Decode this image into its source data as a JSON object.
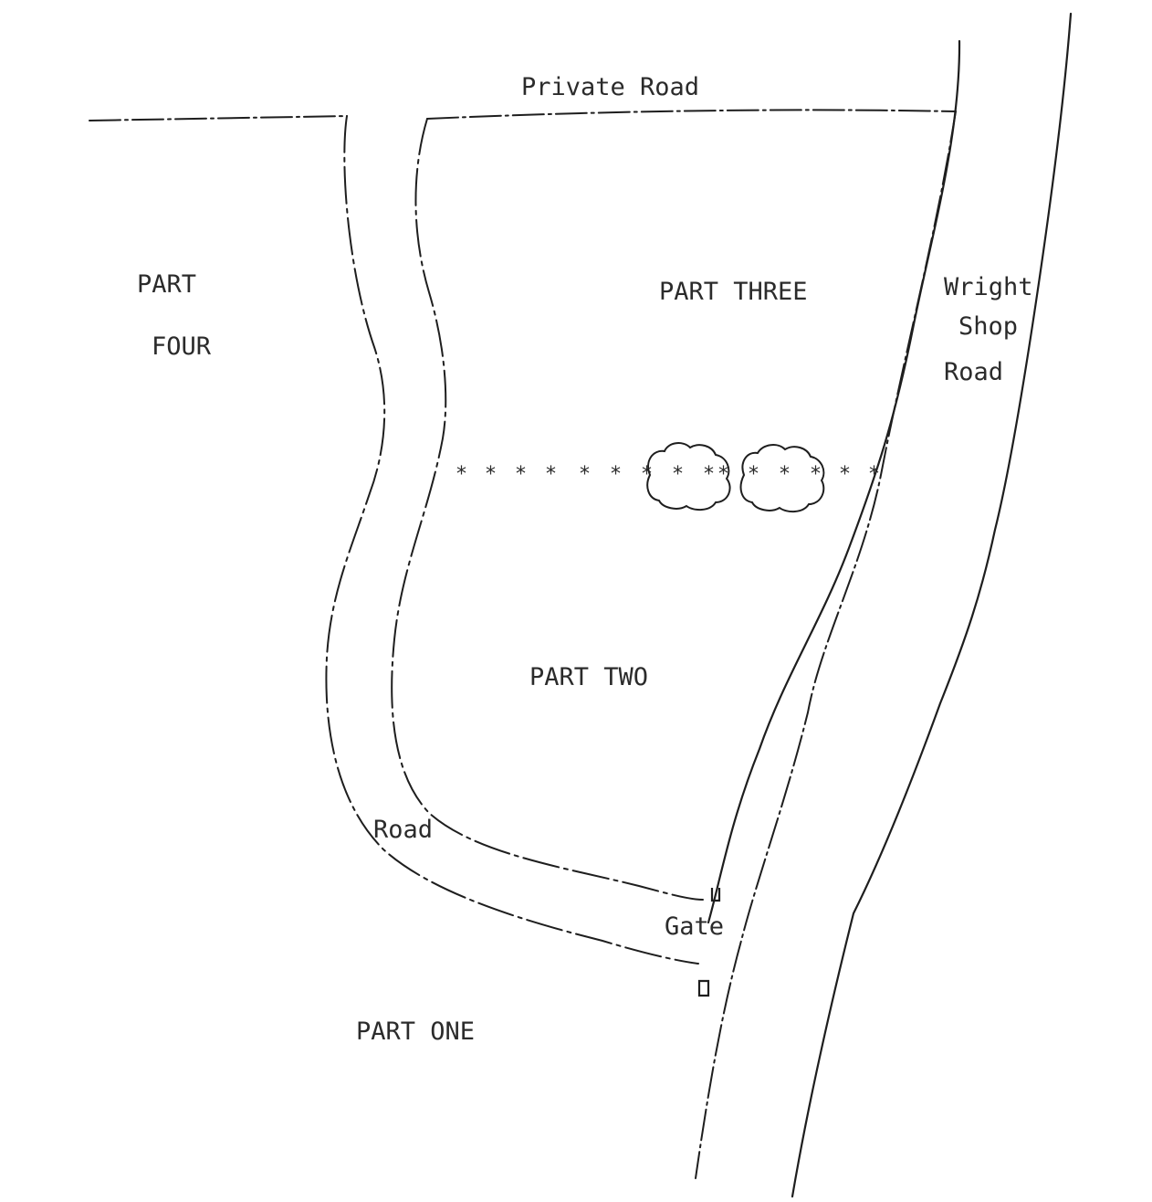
{
  "map": {
    "labels": {
      "private_road": "Private Road",
      "part_four_line1": "PART",
      "part_four_line2": "FOUR",
      "part_three": "PART THREE",
      "wright_shop_road_line1": "Wright",
      "wright_shop_road_line2": "Shop",
      "wright_shop_road_line3": "Road",
      "part_two": "PART TWO",
      "road": "Road",
      "gate": "Gate",
      "part_one": "PART ONE"
    },
    "fence_symbol": "*",
    "line_color": "#1e1e1e",
    "text_color": "#2b2b2b",
    "background": "#ffffff"
  }
}
